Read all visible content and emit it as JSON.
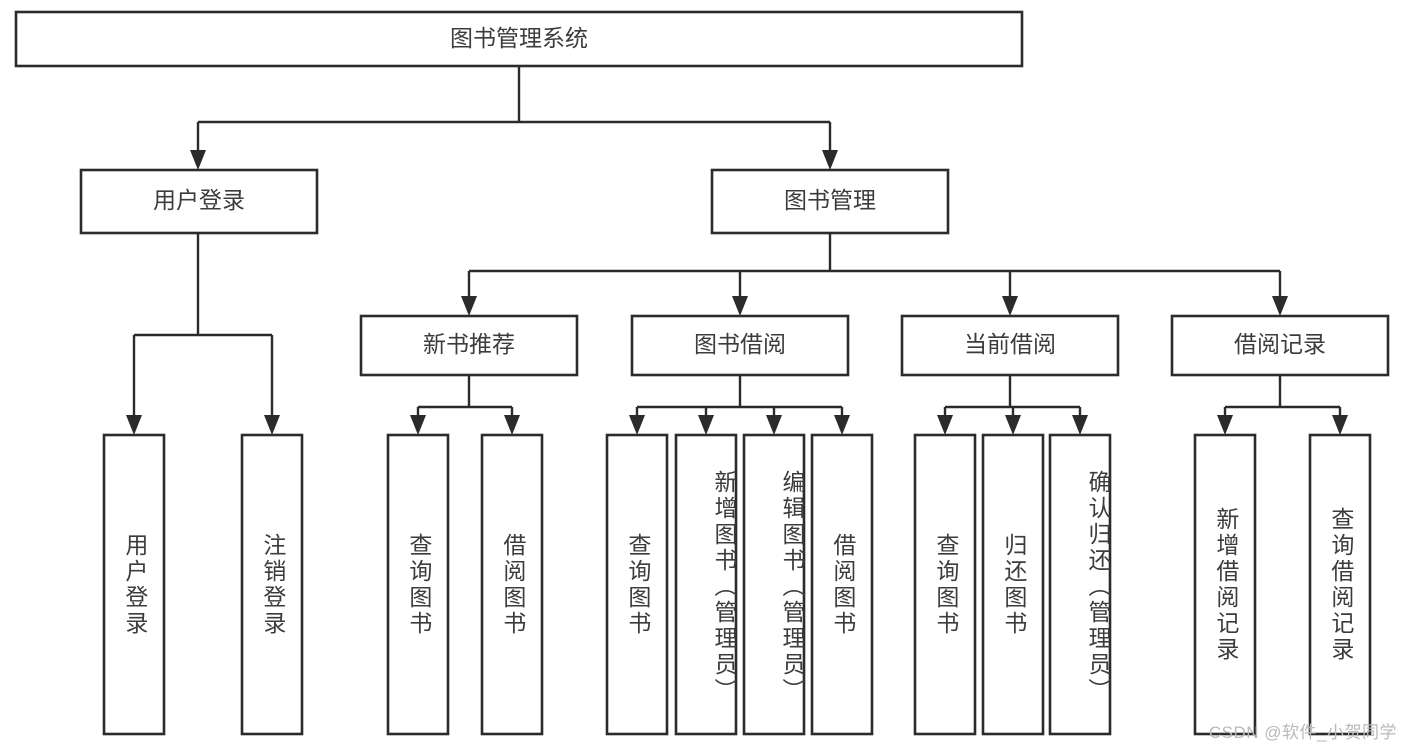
{
  "diagram": {
    "title": "图书管理系统",
    "type": "hierarchy-tree",
    "watermark": "CSDN @软件_小贺同学",
    "colors": {
      "box_stroke": "#2b2b2b",
      "box_fill": "#ffffff",
      "text": "#3c3c3c",
      "connector": "#2b2b2b",
      "background": "#ffffff",
      "watermark": "#b9b9b9"
    },
    "root": {
      "label": "图书管理系统"
    },
    "level1": [
      {
        "label": "用户登录"
      },
      {
        "label": "图书管理"
      }
    ],
    "level2": [
      {
        "label": "新书推荐"
      },
      {
        "label": "图书借阅"
      },
      {
        "label": "当前借阅"
      },
      {
        "label": "借阅记录"
      }
    ],
    "leaves": {
      "user_login": [
        {
          "label": "用户登录"
        },
        {
          "label": "注销登录"
        }
      ],
      "new_book": [
        {
          "label": "查询图书"
        },
        {
          "label": "借阅图书"
        }
      ],
      "book_borrow": [
        {
          "label": "查询图书"
        },
        {
          "label": "新增图书（管理员）"
        },
        {
          "label": "编辑图书（管理员）"
        },
        {
          "label": "借阅图书"
        }
      ],
      "current_borrow": [
        {
          "label": "查询图书"
        },
        {
          "label": "归还图书"
        },
        {
          "label": "确认归还（管理员）"
        }
      ],
      "borrow_record": [
        {
          "label": "新增借阅记录"
        },
        {
          "label": "查询借阅记录"
        }
      ]
    }
  }
}
